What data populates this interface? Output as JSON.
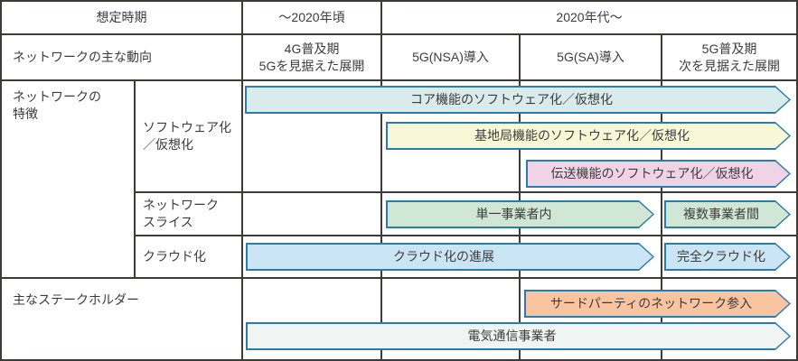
{
  "colors": {
    "arrow_border": "#2b7cae",
    "grid_line": "#3d3a38",
    "text": "#3c3c3c"
  },
  "timeline": {
    "label": "想定時期",
    "period_early": "～2020年頃",
    "period_late": "2020年代～"
  },
  "trends": {
    "label": "ネットワークの主な動向",
    "phase_4g": "4G普及期\n5Gを見据えた展開",
    "phase_nsa": "5G(NSA)導入",
    "phase_sa": "5G(SA)導入",
    "phase_spread": "5G普及期\n次を見据えた展開"
  },
  "features": {
    "label": "ネットワークの\n特徴",
    "software": {
      "label": "ソフトウェア化\n／仮想化",
      "arrow_core": {
        "label": "コア機能のソフトウェア化／仮想化",
        "color": "#d9ebea"
      },
      "arrow_base_station": {
        "label": "基地局機能のソフトウェア化／仮想化",
        "color": "#f8f8d6"
      },
      "arrow_transport": {
        "label": "伝送機能のソフトウェア化／仮想化",
        "color": "#f0d3e5"
      }
    },
    "slice": {
      "label": "ネットワーク\nスライス",
      "arrow_single": {
        "label": "単一事業者内",
        "color": "#cfe7d4"
      },
      "arrow_multi": {
        "label": "複数事業者間",
        "color": "#cfe7d4"
      }
    },
    "cloud": {
      "label": "クラウド化",
      "arrow_progress": {
        "label": "クラウド化の進展",
        "color": "#cbe5f4"
      },
      "arrow_full": {
        "label": "完全クラウド化",
        "color": "#cbe5f4"
      }
    }
  },
  "stakeholders": {
    "label": "主なステークホルダー",
    "arrow_third_party": {
      "label": "サードパーティのネットワーク参入",
      "color": "#f9c5a1"
    },
    "arrow_telecom": {
      "label": "電気通信事業者",
      "color": "#f0f4f3"
    }
  }
}
